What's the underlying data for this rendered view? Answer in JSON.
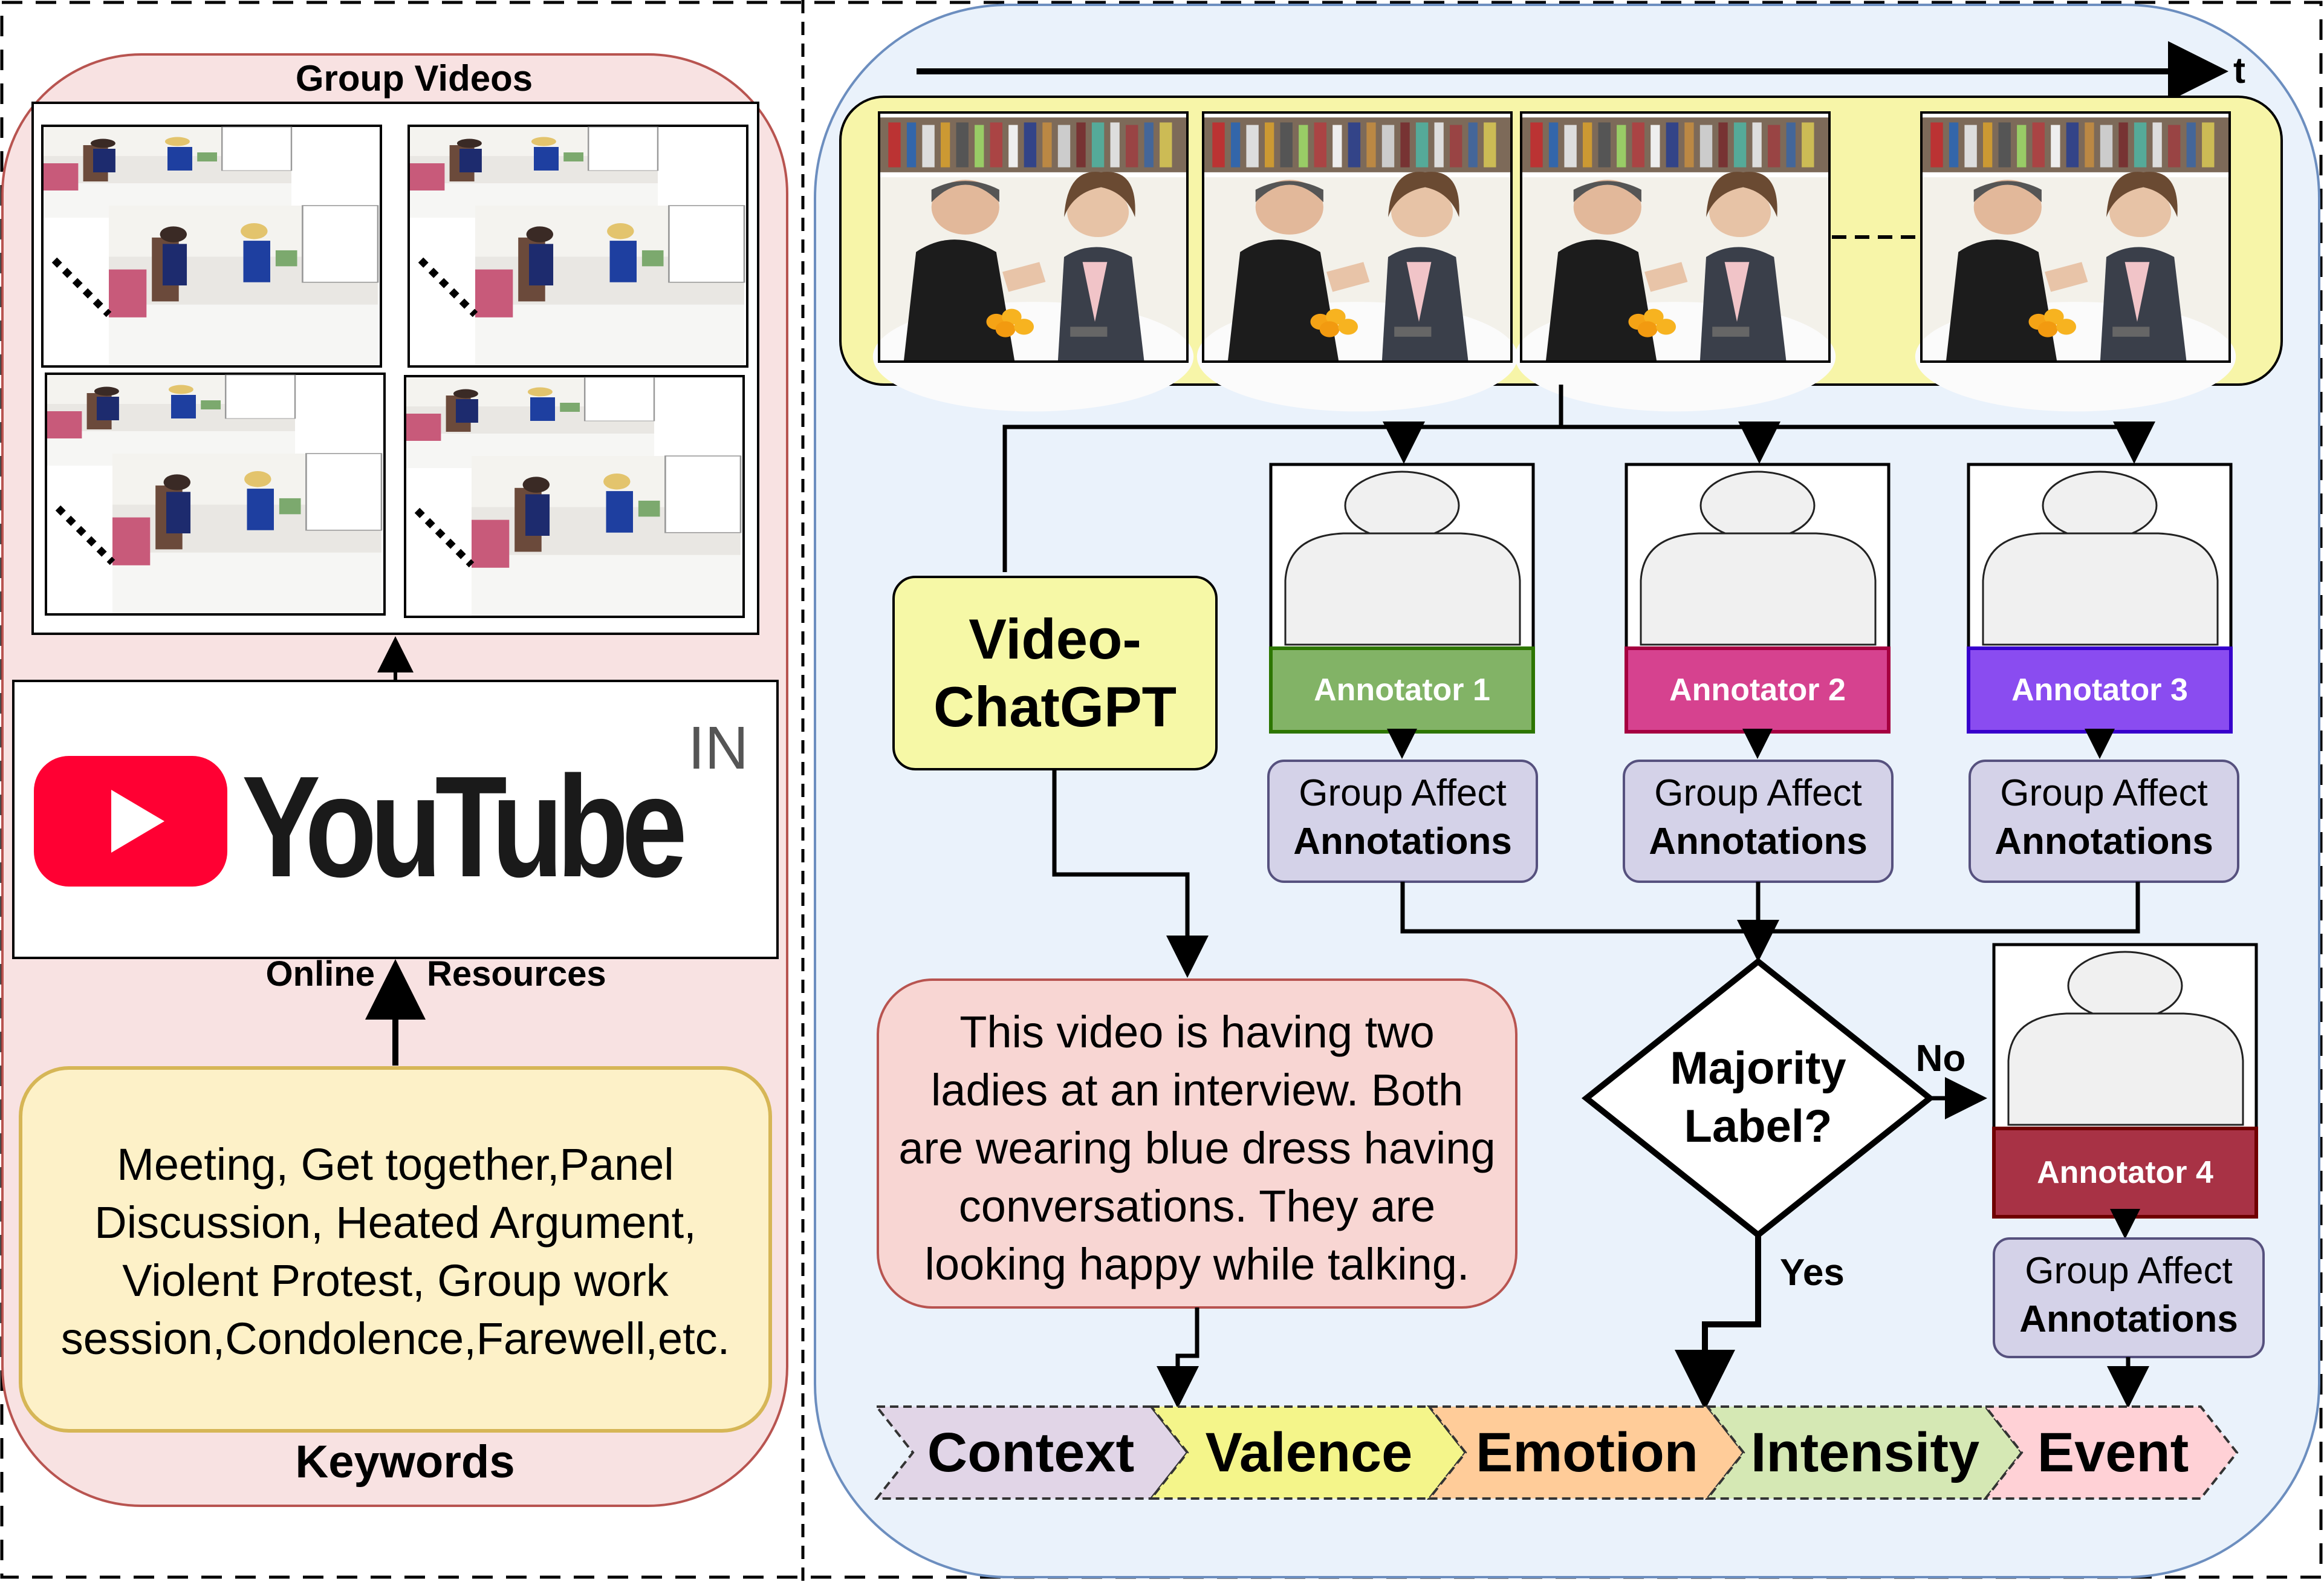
{
  "left_panel": {
    "group_videos_title": "Group Videos",
    "youtube": {
      "wordmark": "YouTube",
      "region": "IN"
    },
    "online_label": "Online",
    "resources_label": "Resources",
    "keywords_text": "Meeting, Get together,Panel Discussion, Heated Argument, Violent Protest, Group work session,Condolence,Farewell,etc.",
    "keywords_title": "Keywords"
  },
  "right_panel": {
    "time_label": "t",
    "video_chatgpt": "Video-ChatGPT",
    "caption": "This video is having two ladies at an interview. Both are wearing blue dress having conversations. They are looking happy while talking.",
    "annotators": [
      {
        "label": "Annotator 1",
        "color": "#82b366"
      },
      {
        "label": "Annotator 2",
        "color": "#d6428f"
      },
      {
        "label": "Annotator 3",
        "color": "#8a4cf0"
      },
      {
        "label": "Annotator 4",
        "color": "#a83245"
      }
    ],
    "annotations_line1": "Group Affect",
    "annotations_line2": "Annotations",
    "decision": {
      "text": "Majority Label?",
      "no": "No",
      "yes": "Yes"
    },
    "outputs": [
      {
        "label": "Context",
        "color": "#e1d5e7"
      },
      {
        "label": "Valence",
        "color": "#f4f58a"
      },
      {
        "label": "Emotion",
        "color": "#ffcc99"
      },
      {
        "label": "Intensity",
        "color": "#d5e8b4"
      },
      {
        "label": "Event",
        "color": "#ffd1d6"
      }
    ]
  },
  "colors": {
    "left_panel_fill": "#f8e2e2",
    "right_panel_fill": "#eaf2fb",
    "frame_strip_fill": "#f7f5a8",
    "chatgpt_fill": "#f6f8a6",
    "caption_fill": "#f8d6d3",
    "keywords_fill": "#fdf1c8",
    "annotations_fill": "#d4d2e8",
    "youtube_red": "#ff0033"
  }
}
